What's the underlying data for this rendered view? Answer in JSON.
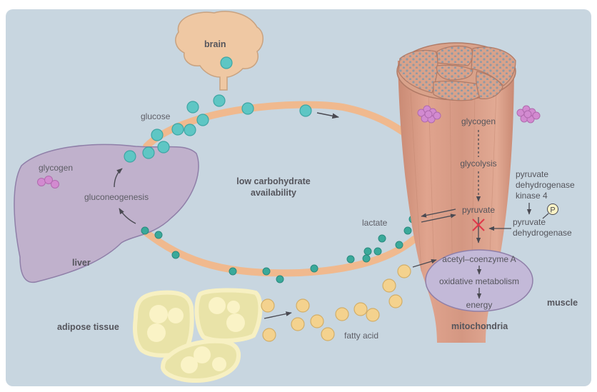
{
  "figure": {
    "title": "Fuel metabolism under low carbohydrate availability",
    "center_label_line1": "low carbohydrate",
    "center_label_line2": "availability",
    "colors": {
      "background": "#c8d6e0",
      "circulation": "#f0b98e",
      "glucose": "#5ec6c4",
      "lactate": "#3aa99a",
      "fatty_acid": "#f4d28e",
      "glycogen": "#d28ad0",
      "liver": "#c0b1cc",
      "brain": "#efc8a3",
      "muscle": "#d99a84",
      "mitochondria": "#c3b9d8",
      "adipose": "#f7f0c2",
      "inhibition": "#e0384a"
    }
  },
  "organs": {
    "brain": "brain",
    "liver": "liver",
    "adipose": "adipose tissue",
    "muscle": "muscle",
    "mitochondria": "mitochondria"
  },
  "liver": {
    "glycogen": "glycogen",
    "gluconeogenesis": "gluconeogenesis"
  },
  "metabolites": {
    "glucose": "glucose",
    "lactate": "lactate",
    "fatty_acid": "fatty acid"
  },
  "muscle_pathway": {
    "glycogen": "glycogen",
    "glycolysis": "glycolysis",
    "pyruvate": "pyruvate",
    "pdk4_line1": "pyruvate",
    "pdk4_line2": "dehydrogenase",
    "pdk4_line3": "kinase 4",
    "pdh_line1": "pyruvate",
    "pdh_line2": "dehydrogenase",
    "phosphate": "P",
    "acetyl_coa": "acetyl–coenzyme A",
    "oxidative": "oxidative metabolism",
    "energy": "energy"
  }
}
